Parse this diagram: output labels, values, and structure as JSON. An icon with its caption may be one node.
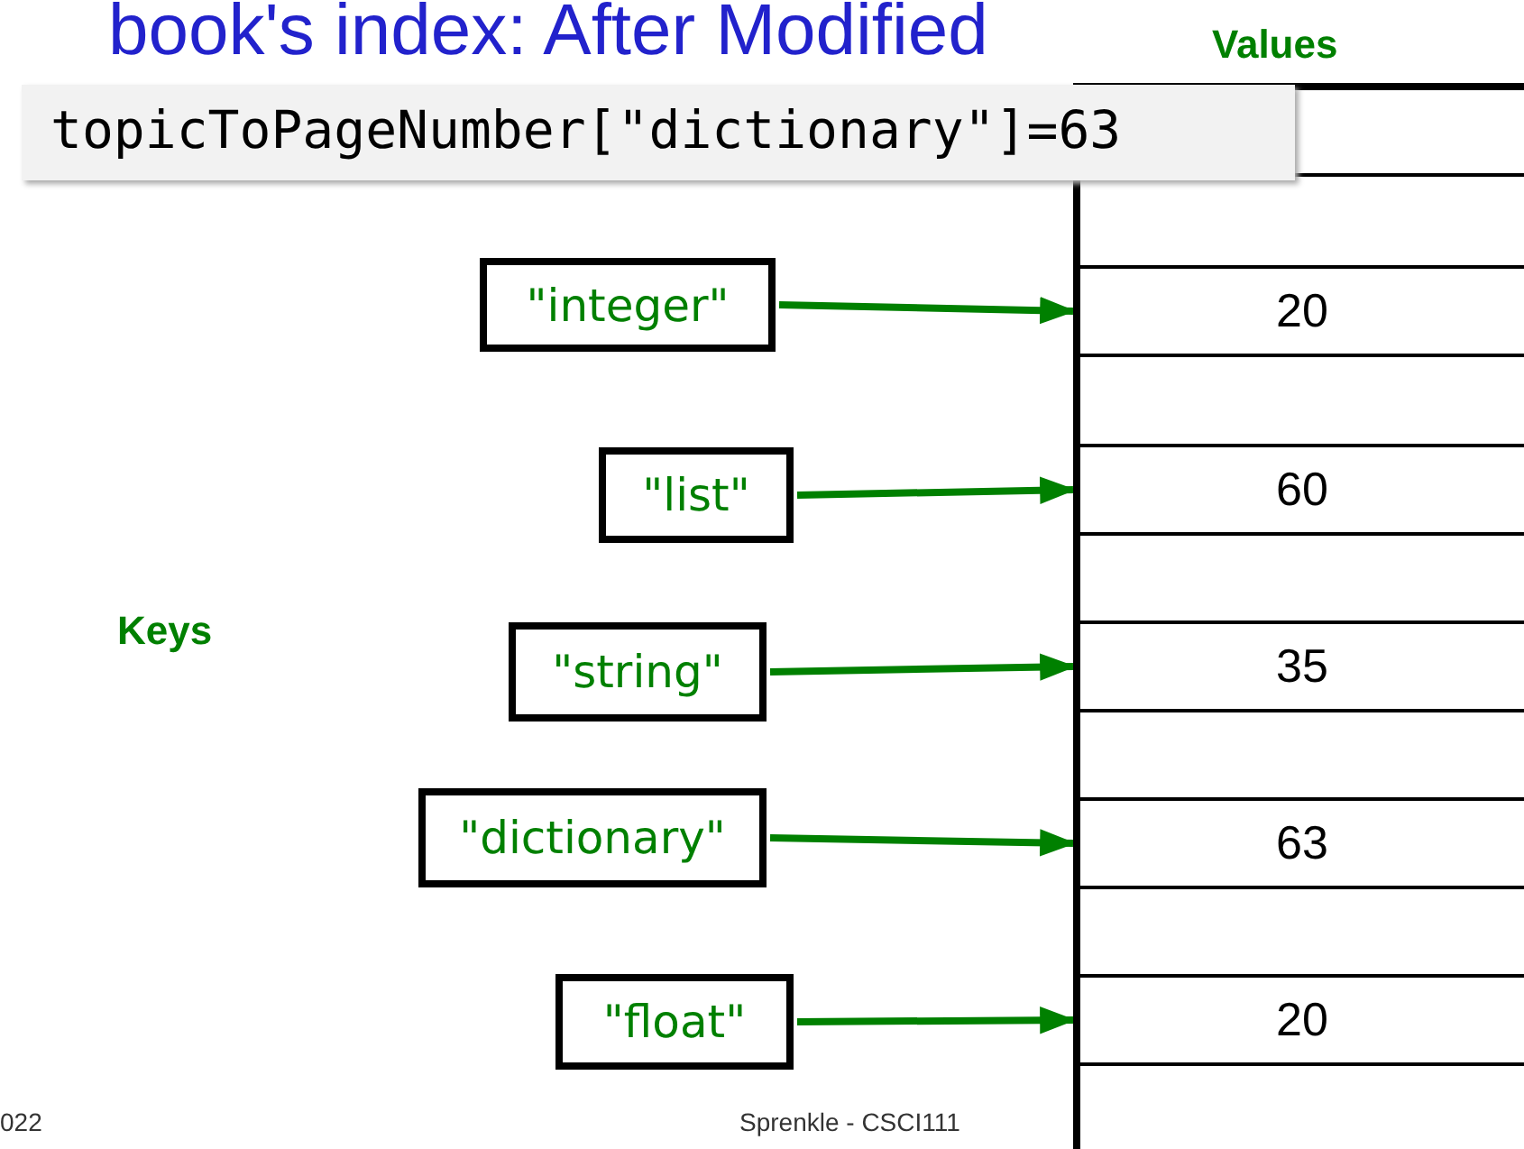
{
  "diagram": {
    "title": "book's index: After Modified",
    "nodes": [
      {
        "text": [
          "\"integer\""
        ]
      },
      {
        "text": [
          "\"list\""
        ]
      },
      {
        "text": [
          "\"string\""
        ]
      },
      {
        "text": [
          "\"dictionary\""
        ]
      },
      {
        "text": [
          "\"float\""
        ]
      },
      {
        "text": [],
        "shape": "box"
      },
      {
        "text": [
          "20"
        ],
        "in": 5
      },
      {
        "text": [
          "60"
        ],
        "in": 5
      },
      {
        "text": [
          "35"
        ],
        "in": 5
      },
      {
        "text": [
          "63"
        ],
        "in": 5
      },
      {
        "text": [
          "20"
        ],
        "in": 5
      }
    ],
    "edges": [
      {
        "from": 0,
        "to": 6,
        "arrow": "to"
      },
      {
        "from": 1,
        "to": 7,
        "arrow": "to"
      },
      {
        "from": 2,
        "to": 8,
        "arrow": "to"
      },
      {
        "from": 3,
        "to": 9,
        "arrow": "to"
      },
      {
        "from": 4,
        "to": 10,
        "arrow": "to"
      }
    ],
    "labels": [
      "Values",
      "topicToPageNumber[\"dictionary\"]=63",
      "Keys",
      "022",
      "Sprenkle - CSCI111"
    ]
  }
}
